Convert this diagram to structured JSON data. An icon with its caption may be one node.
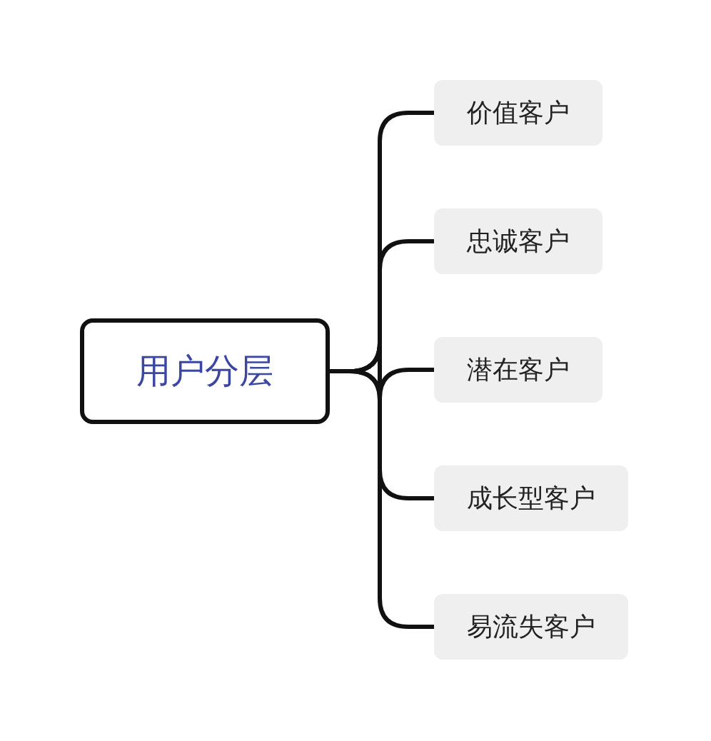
{
  "diagram": {
    "nodes": [
      {
        "text": [
          "用户分层"
        ]
      },
      {
        "text": [
          "价值客户"
        ]
      },
      {
        "text": [
          "忠诚客户"
        ]
      },
      {
        "text": [
          "潜在客户"
        ]
      },
      {
        "text": [
          "成长型客户"
        ]
      },
      {
        "text": [
          "易流失客户"
        ]
      }
    ],
    "edges": [
      {
        "from": 0,
        "to": 1,
        "arrow": "none"
      },
      {
        "from": 0,
        "to": 2,
        "arrow": "none"
      },
      {
        "from": 0,
        "to": 3,
        "arrow": "none"
      },
      {
        "from": 0,
        "to": 4,
        "arrow": "none"
      },
      {
        "from": 0,
        "to": 5,
        "arrow": "none"
      }
    ]
  }
}
